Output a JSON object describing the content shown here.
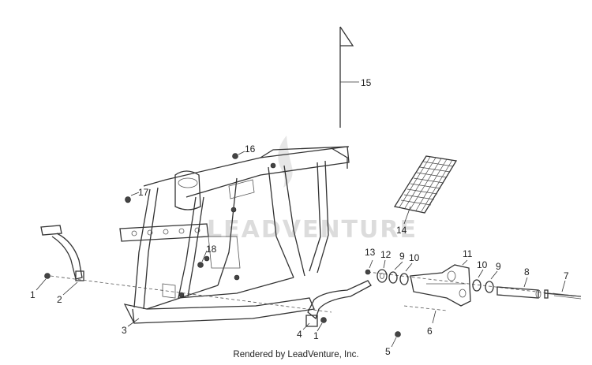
{
  "diagram": {
    "watermark": "LEADVENTURE",
    "footer": "Rendered by LeadVenture, Inc.",
    "callouts": [
      "1",
      "2",
      "3",
      "4",
      "1",
      "5",
      "6",
      "7",
      "8",
      "9",
      "10",
      "11",
      "10",
      "9",
      "12",
      "13",
      "14",
      "15",
      "16",
      "17",
      "18"
    ]
  }
}
